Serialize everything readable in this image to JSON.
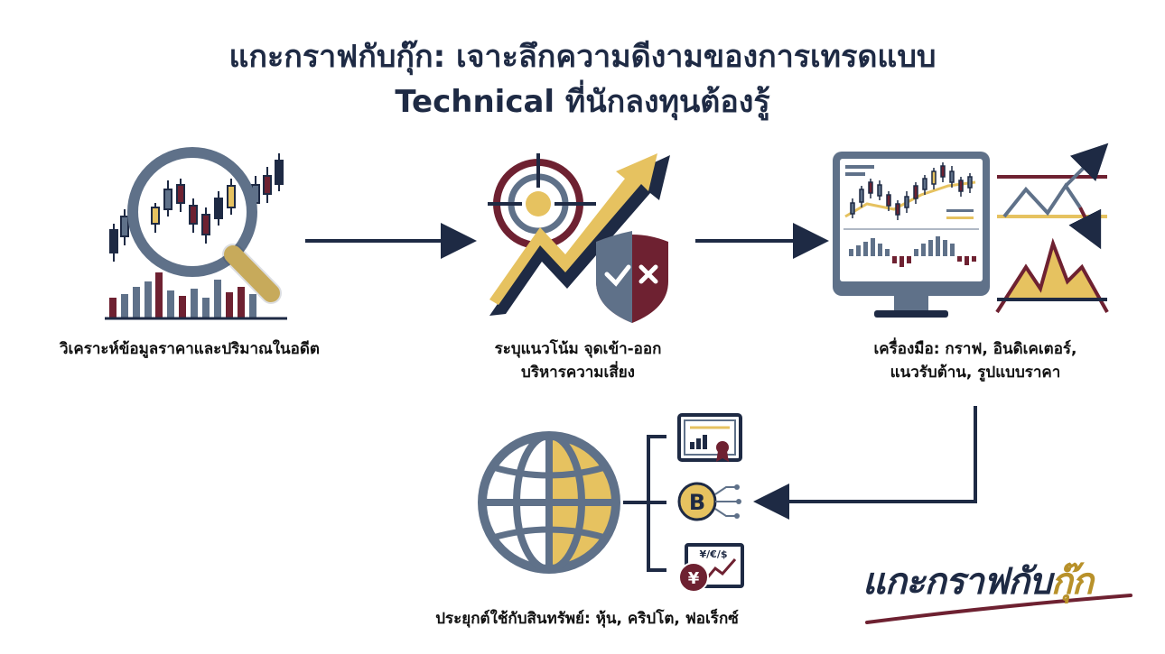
{
  "title": {
    "line1": "แกะกราฟกับกุ๊ก: เจาะลึกความดีงามของการเทรดแบบ",
    "line2": "Technical ที่นักลงทุนต้องรู้"
  },
  "steps": [
    {
      "caption": [
        "วิเคราะห์ข้อมูลราคาและปริมาณในอดีต"
      ],
      "icon": "magnifier-candlestick-chart-icon"
    },
    {
      "caption": [
        "ระบุแนวโน้ม จุดเข้า-ออก",
        "บริหารความเสี่ยง"
      ],
      "icon": "target-trend-shield-icon"
    },
    {
      "caption": [
        "เครื่องมือ: กราฟ, อินดิเคเตอร์,",
        "แนวรับต้าน, รูปแบบราคา"
      ],
      "icon": "monitor-chart-patterns-icon"
    },
    {
      "caption": [
        "ประยุกต์ใช้กับสินทรัพย์: หุ้น, คริปโต, ฟอเร็กซ์"
      ],
      "icon": "globe-assets-icon"
    }
  ],
  "assets": {
    "forex_symbols": "¥/€/$",
    "yen_symbol": "¥",
    "bitcoin_symbol": "B"
  },
  "brand": {
    "main": "แกะกราฟกับ",
    "accent": "กุ๊ก"
  },
  "colors": {
    "navy": "#1e2a44",
    "gold": "#e6c260",
    "maroon": "#6e2131",
    "slate": "#5f7189"
  }
}
